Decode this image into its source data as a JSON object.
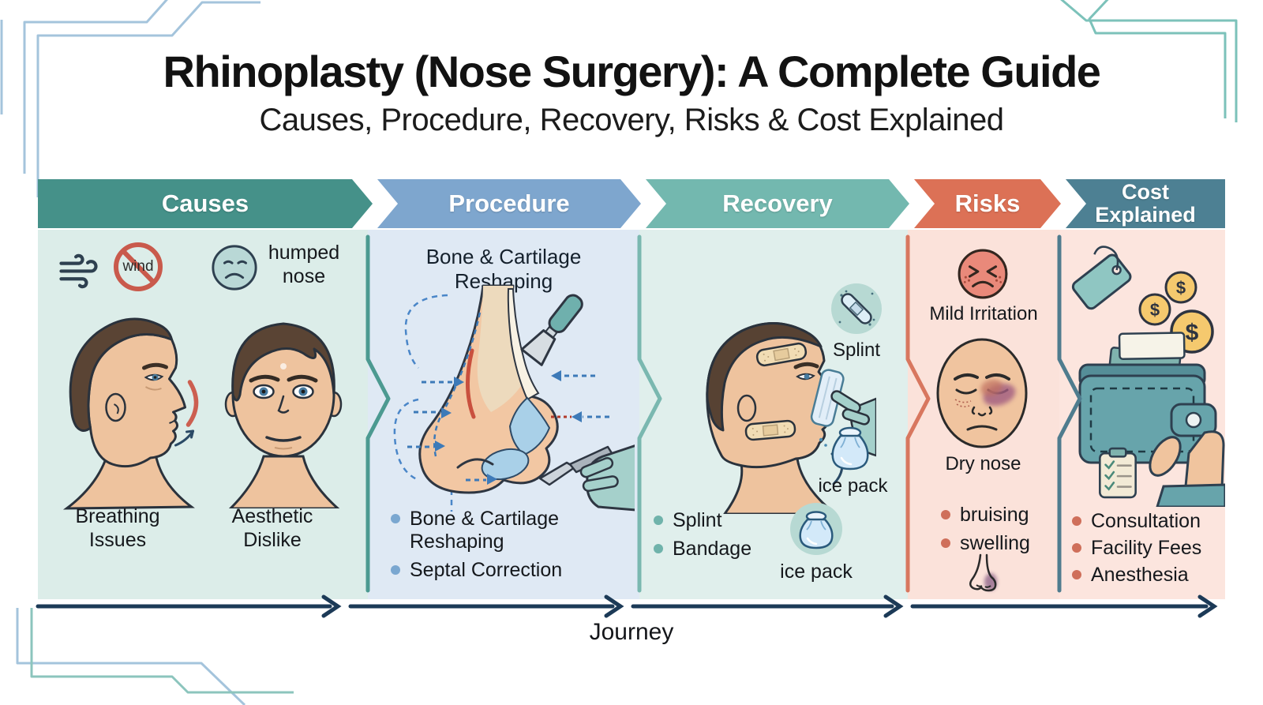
{
  "title": "Rhinoplasty (Nose Surgery): A Complete Guide",
  "subtitle": "Causes, Procedure, Recovery, Risks & Cost Explained",
  "journey": {
    "label": "Journey"
  },
  "coin_symbol": "$",
  "colors": {
    "causes_header": "#459189",
    "procedure_header": "#7ea6ce",
    "recovery_header": "#73b8af",
    "risks_header": "#dc7156",
    "cost_header": "#4d8093",
    "causes_panel_bg": "#dcede9",
    "procedure_panel_bg": "#dfe9f4",
    "recovery_panel_bg": "#e0efec",
    "risks_panel_bg": "#fbe2da",
    "cost_panel_bg": "#fce5de",
    "journey_line": "#1c3a57",
    "prohibition_red": "#c95a4c",
    "bullet_blue": "#7aa7d0",
    "bullet_teal": "#6fb3ab",
    "bullet_coral": "#cf6f5a"
  },
  "sections": [
    {
      "label": "Causes",
      "wind_sign_text": "wind",
      "humped_nose_label": "humped nose",
      "cause_1": "Breathing Issues",
      "cause_2": "Aesthetic Dislike"
    },
    {
      "label": "Procedure",
      "diagram_title": "Bone & Cartilage Reshaping",
      "items": [
        "Bone & Cartilage Reshaping",
        "Septal Correction"
      ]
    },
    {
      "label": "Recovery",
      "splint_label": "Splint",
      "ice_pack_label": "ice pack",
      "ice_pack_label_2": "ice pack",
      "items": [
        "Splint",
        "Bandage"
      ]
    },
    {
      "label": "Risks",
      "mild_irritation_label": "Mild Irritation",
      "dry_nose_label": "Dry nose",
      "items": [
        "bruising",
        "swelling"
      ]
    },
    {
      "label": "Cost Explained",
      "items": [
        "Consultation",
        "Facility Fees",
        "Anesthesia"
      ]
    }
  ]
}
